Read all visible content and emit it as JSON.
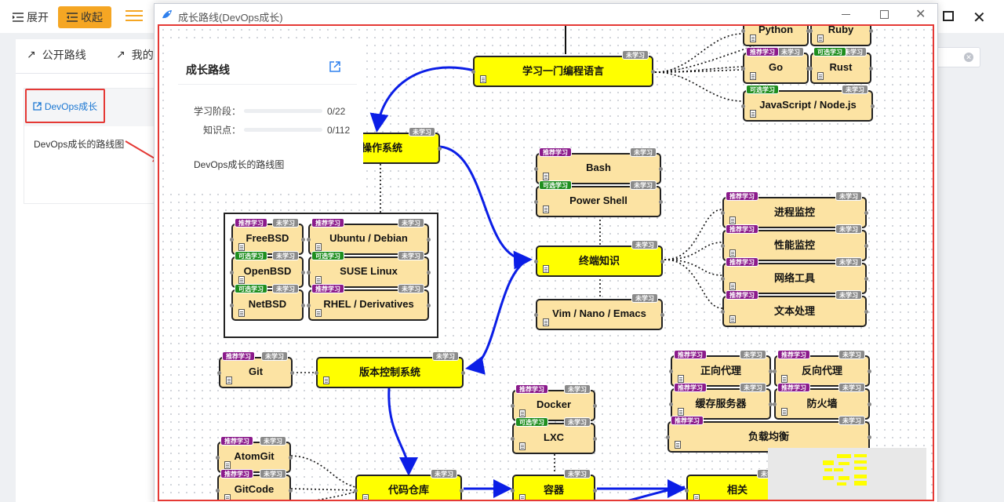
{
  "toolbar": {
    "expand_label": "展开",
    "collapse_label": "收起",
    "accent": "#f5a623"
  },
  "left_panel": {
    "tabs": [
      {
        "label": "公开路线"
      },
      {
        "label": "我的"
      }
    ],
    "route_card": {
      "link_label": "DevOps成长",
      "description": "DevOps成长的路线图"
    }
  },
  "modal": {
    "title": "成长路线(DevOps成长)"
  },
  "info_panel": {
    "title": "成长路线",
    "stage_label": "学习阶段：",
    "stage_value": "0/22",
    "stage_progress": 0,
    "knowledge_label": "知识点：",
    "knowledge_value": "0/112",
    "knowledge_progress": 0,
    "description": "DevOps成长的路线图"
  },
  "tags": {
    "recommended": "推荐学习",
    "optional": "可选学习",
    "not_learned": "未学习"
  },
  "nodes": {
    "python": "Python",
    "ruby": "Ruby",
    "go": "Go",
    "rust": "Rust",
    "js": "JavaScript / Node.js",
    "lang": "学习一门编程语言",
    "os": "操作系统",
    "bash": "Bash",
    "powershell": "Power Shell",
    "terminal": "终端知识",
    "editors": "Vim / Nano / Emacs",
    "freebsd": "FreeBSD",
    "ubuntu": "Ubuntu / Debian",
    "openbsd": "OpenBSD",
    "suse": "SUSE Linux",
    "netbsd": "NetBSD",
    "rhel": "RHEL / Derivatives",
    "proc": "进程监控",
    "perf": "性能监控",
    "net": "网络工具",
    "text": "文本处理",
    "git": "Git",
    "vcs": "版本控制系统",
    "forward_proxy": "正向代理",
    "reverse_proxy": "反向代理",
    "cache": "缓存服务器",
    "firewall": "防火墙",
    "lb": "负载均衡",
    "docker": "Docker",
    "lxc": "LXC",
    "atomgit": "AtomGit",
    "gitcode": "GitCode",
    "repo": "代码仓库",
    "container": "容器",
    "related": "相关"
  }
}
